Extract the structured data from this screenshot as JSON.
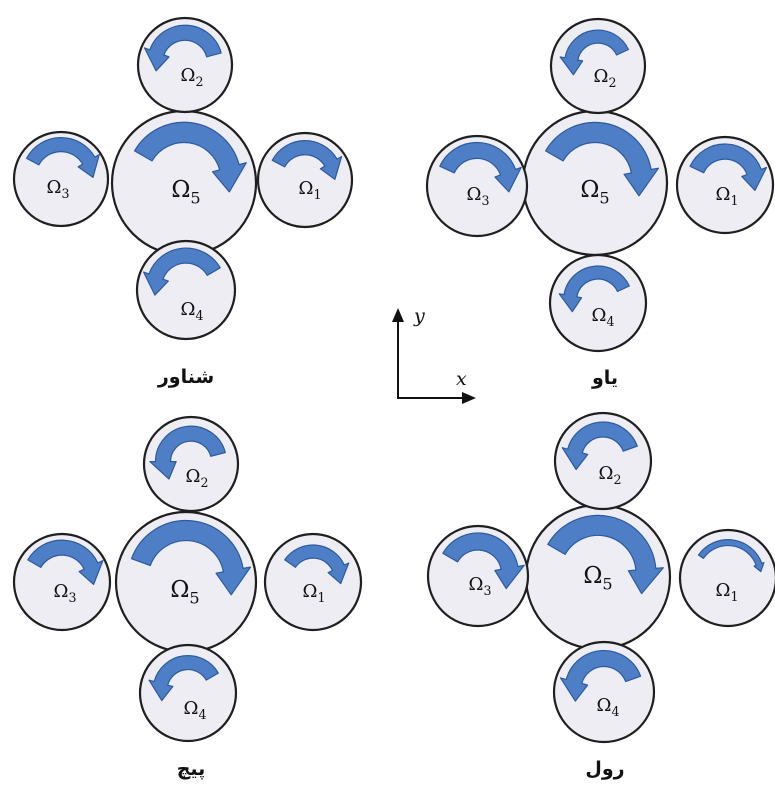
{
  "colors": {
    "rotor_fill": "#ededf3",
    "rotor_stroke": "#1f1f1f",
    "arrow_fill": "#4e7fc6",
    "arrow_stroke": "#2c5a9c"
  },
  "axes": {
    "x": "x",
    "y": "y"
  },
  "panels": [
    {
      "id": "throttle",
      "caption": "شناور",
      "rotors": [
        {
          "symbol": "Ω",
          "sub": "5",
          "direction": "cw"
        },
        {
          "symbol": "Ω",
          "sub": "2",
          "direction": "ccw"
        },
        {
          "symbol": "Ω",
          "sub": "3",
          "direction": "cw"
        },
        {
          "symbol": "Ω",
          "sub": "1",
          "direction": "cw"
        },
        {
          "symbol": "Ω",
          "sub": "4",
          "direction": "ccw"
        }
      ]
    },
    {
      "id": "yaw",
      "caption": "یاو",
      "rotors": [
        {
          "symbol": "Ω",
          "sub": "5",
          "direction": "cw"
        },
        {
          "symbol": "Ω",
          "sub": "2",
          "direction": "ccw"
        },
        {
          "symbol": "Ω",
          "sub": "3",
          "direction": "cw"
        },
        {
          "symbol": "Ω",
          "sub": "1",
          "direction": "cw"
        },
        {
          "symbol": "Ω",
          "sub": "4",
          "direction": "ccw"
        }
      ]
    },
    {
      "id": "pitch",
      "caption": "پیچ",
      "rotors": [
        {
          "symbol": "Ω",
          "sub": "5",
          "direction": "cw"
        },
        {
          "symbol": "Ω",
          "sub": "2",
          "direction": "ccw"
        },
        {
          "symbol": "Ω",
          "sub": "3",
          "direction": "cw"
        },
        {
          "symbol": "Ω",
          "sub": "1",
          "direction": "cw"
        },
        {
          "symbol": "Ω",
          "sub": "4",
          "direction": "ccw"
        }
      ]
    },
    {
      "id": "roll",
      "caption": "رول",
      "rotors": [
        {
          "symbol": "Ω",
          "sub": "5",
          "direction": "cw"
        },
        {
          "symbol": "Ω",
          "sub": "2",
          "direction": "ccw"
        },
        {
          "symbol": "Ω",
          "sub": "3",
          "direction": "cw"
        },
        {
          "symbol": "Ω",
          "sub": "1",
          "direction": "cw"
        },
        {
          "symbol": "Ω",
          "sub": "4",
          "direction": "ccw"
        }
      ]
    }
  ]
}
